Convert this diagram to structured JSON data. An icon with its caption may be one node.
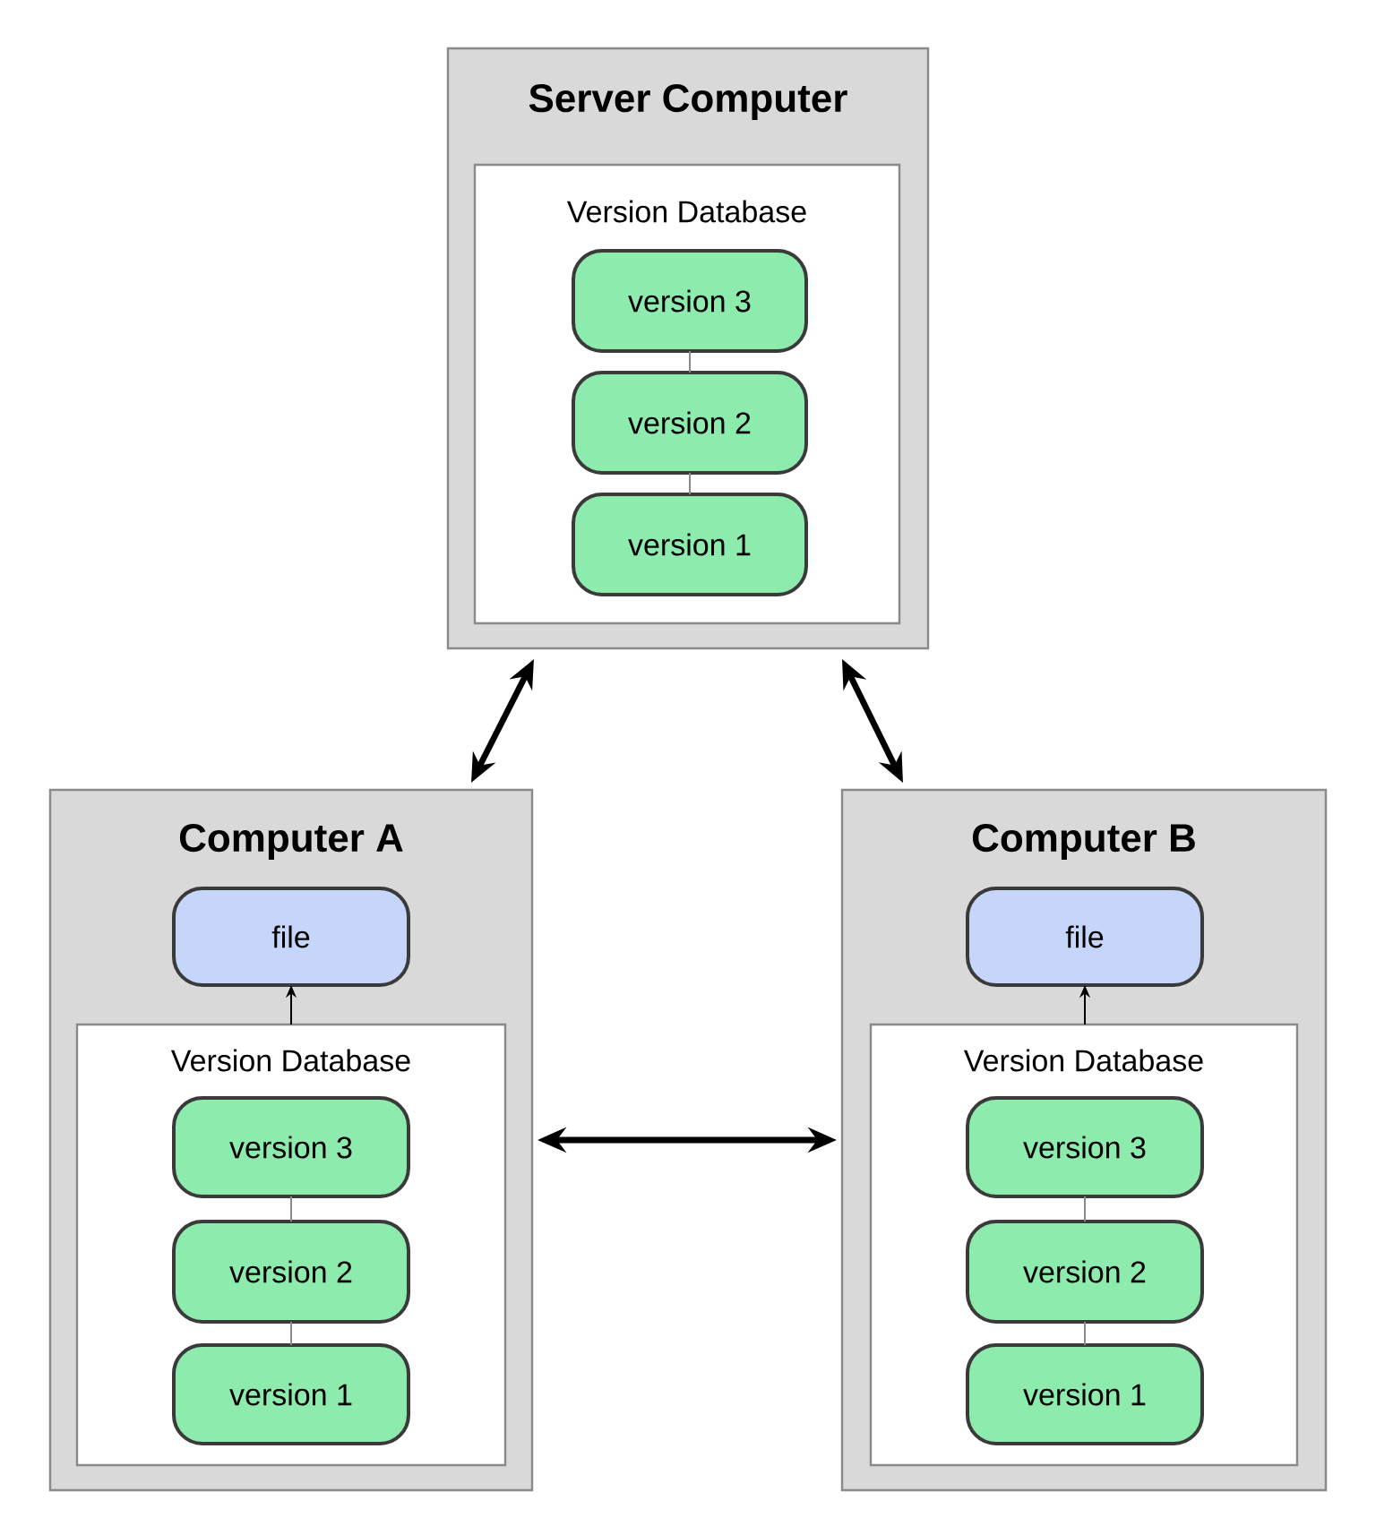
{
  "diagram": {
    "nodes": [
      {
        "text": [
          "Server Computer"
        ]
      },
      {
        "text": [
          "Version Database"
        ],
        "in": 0
      },
      {
        "text": [
          "version 3"
        ],
        "in": 1
      },
      {
        "text": [
          "version 2"
        ],
        "in": 1
      },
      {
        "text": [
          "version 1"
        ],
        "in": 1
      },
      {
        "text": [
          "Computer A"
        ]
      },
      {
        "text": [
          "file"
        ],
        "in": 5
      },
      {
        "text": [
          "Version Database"
        ],
        "in": 5
      },
      {
        "text": [
          "version 3"
        ],
        "in": 7
      },
      {
        "text": [
          "version 2"
        ],
        "in": 7
      },
      {
        "text": [
          "version 1"
        ],
        "in": 7
      },
      {
        "text": [
          "Computer B"
        ]
      },
      {
        "text": [
          "file"
        ],
        "in": 11
      },
      {
        "text": [
          "Version Database"
        ],
        "in": 11
      },
      {
        "text": [
          "version 3"
        ],
        "in": 13
      },
      {
        "text": [
          "version 2"
        ],
        "in": 13
      },
      {
        "text": [
          "version 1"
        ],
        "in": 13
      }
    ],
    "edges": [
      {
        "from": 2,
        "to": 3,
        "arrow": "none"
      },
      {
        "from": 3,
        "to": 4,
        "arrow": "none"
      },
      {
        "from": 8,
        "to": 9,
        "arrow": "none"
      },
      {
        "from": 9,
        "to": 10,
        "arrow": "none"
      },
      {
        "from": 14,
        "to": 15,
        "arrow": "none"
      },
      {
        "from": 15,
        "to": 16,
        "arrow": "none"
      },
      {
        "from": 7,
        "to": 6,
        "arrow": "to",
        "color": "#000000"
      },
      {
        "from": 13,
        "to": 12,
        "arrow": "to",
        "color": "#000000"
      },
      {
        "from": 0,
        "to": 5,
        "arrow": "both",
        "style": "thick",
        "color": "#000000"
      },
      {
        "from": 0,
        "to": 11,
        "arrow": "both",
        "style": "thick",
        "color": "#000000"
      },
      {
        "from": 5,
        "to": 11,
        "arrow": "both",
        "style": "thick",
        "color": "#000000"
      }
    ]
  }
}
